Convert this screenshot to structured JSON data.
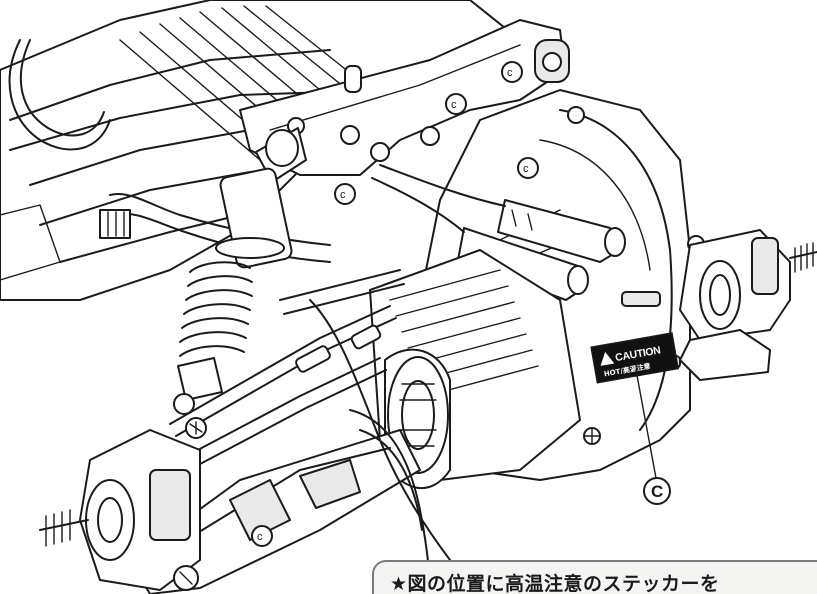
{
  "diagram": {
    "part_marker": "c",
    "callout": {
      "letter": "C",
      "icon": "circled-letter-callout-icon"
    },
    "sticker": {
      "main_text": "CAUTION",
      "sub_text": "HOT/高温注意",
      "icon": "warning-triangle-icon"
    },
    "note": {
      "text": "★図の位置に高温注意のステッカーを"
    }
  }
}
